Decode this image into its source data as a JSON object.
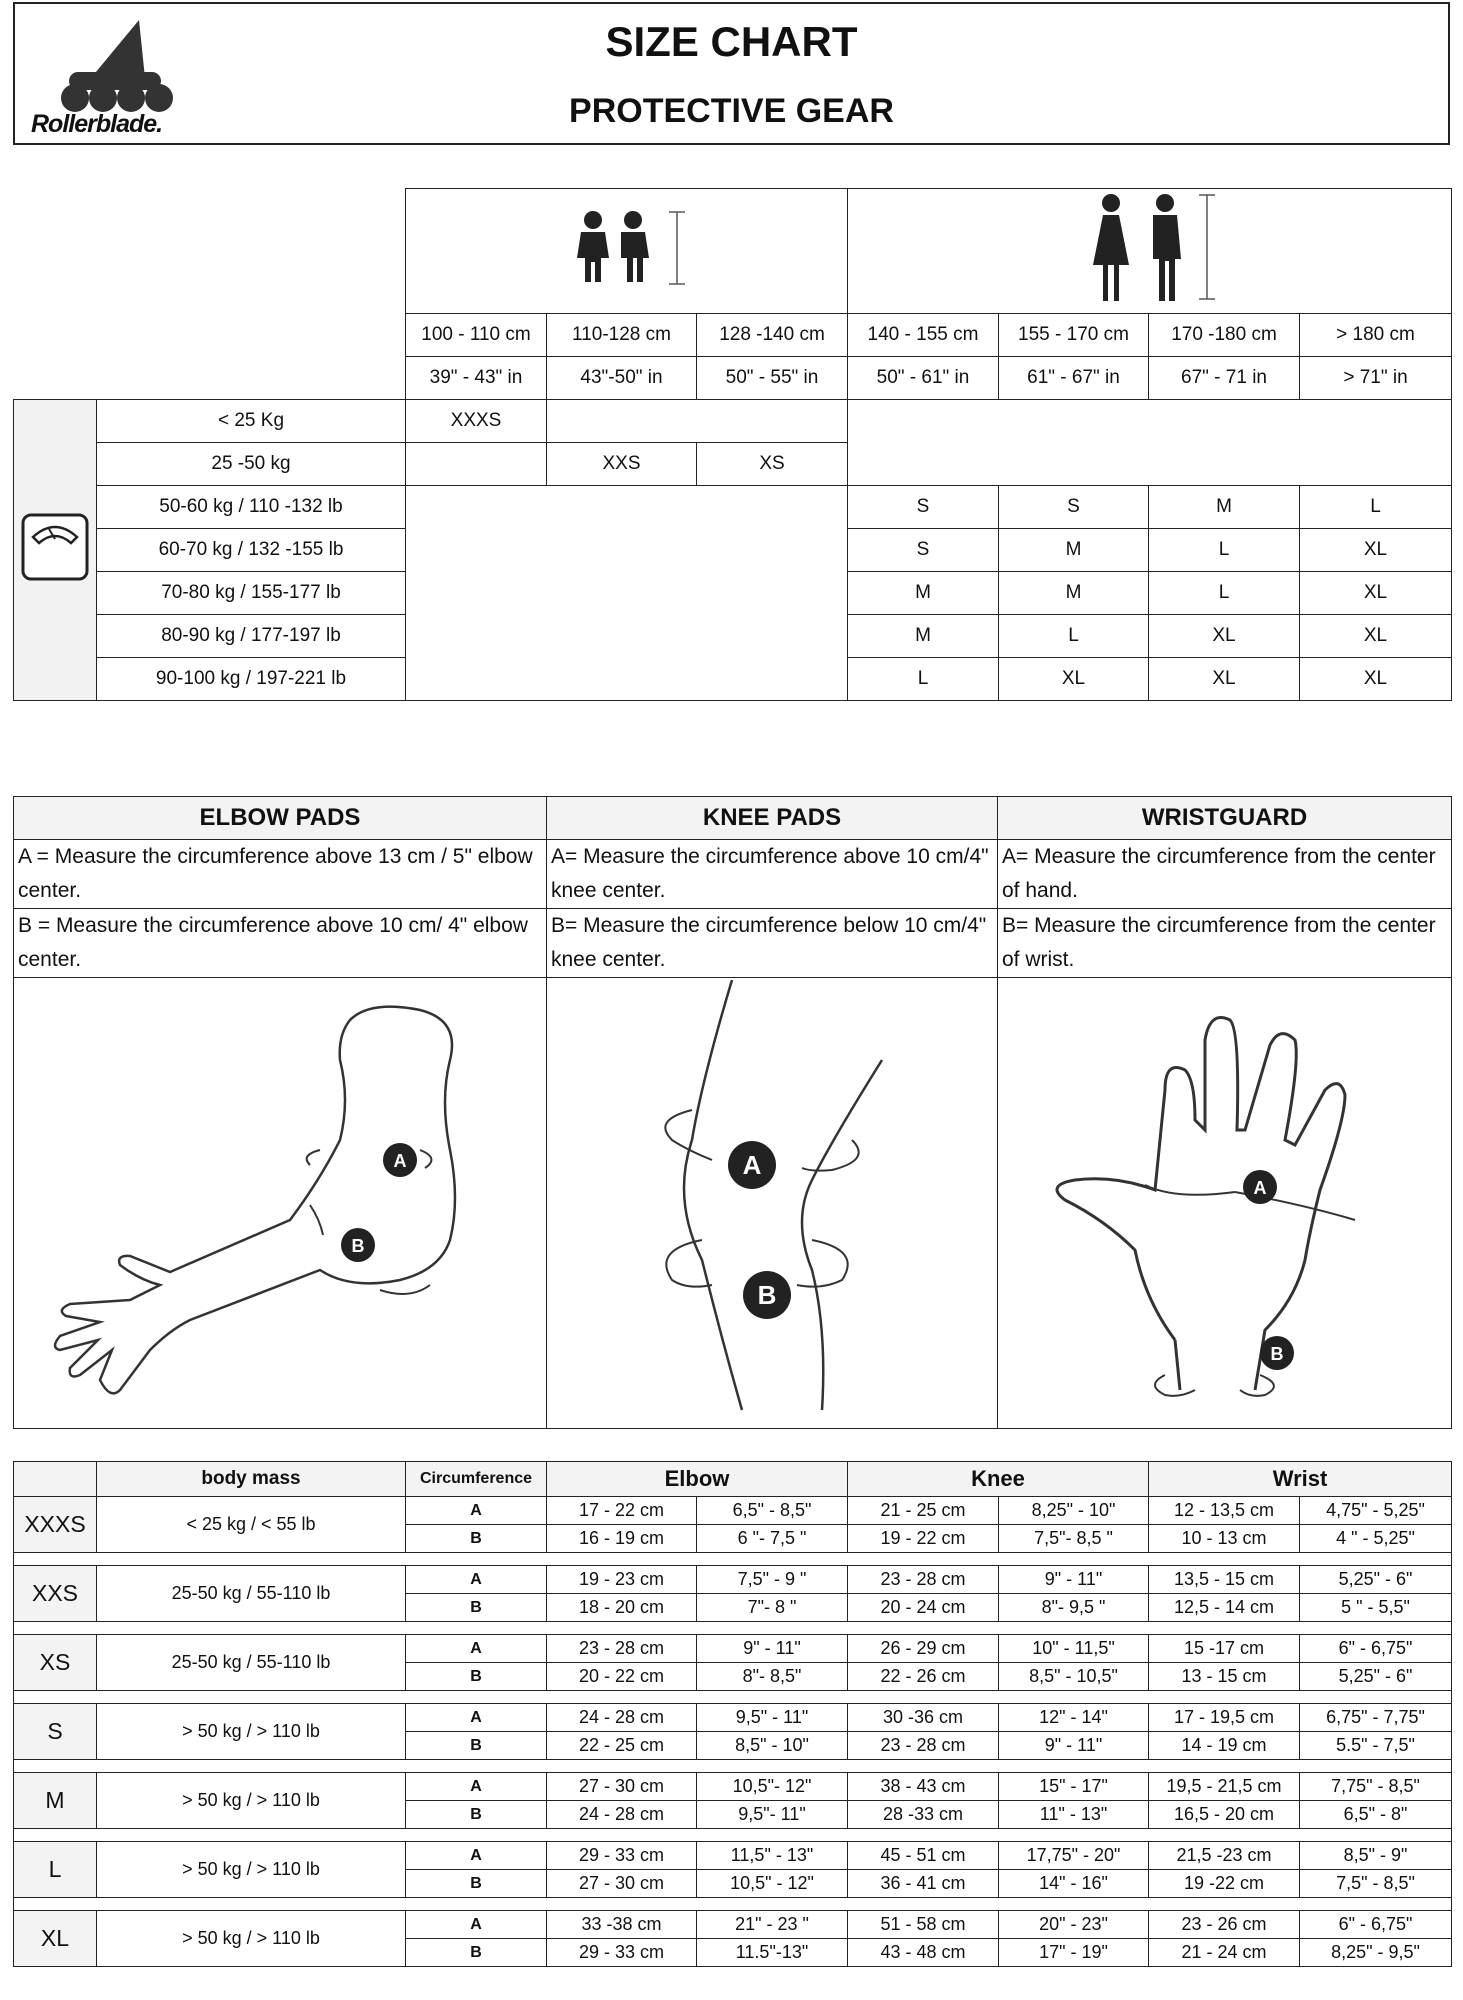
{
  "header": {
    "logo_text": "Rollerblade.",
    "title": "SIZE CHART",
    "subtitle": "PROTECTIVE GEAR"
  },
  "icons": {
    "kids": "kids-height-icon",
    "adults": "adults-height-icon",
    "scale": "weight-scale-icon"
  },
  "heights_cm": [
    "100 - 110 cm",
    "110-128 cm",
    "128 -140 cm",
    "140 - 155 cm",
    "155 - 170 cm",
    "170 -180 cm",
    "> 180 cm"
  ],
  "heights_in": [
    "39\" - 43\"  in",
    "43\"-50\" in",
    "50\" - 55\" in",
    "50\" - 61\" in",
    "61\" - 67\" in",
    "67\" - 71 in",
    "> 71\" in"
  ],
  "weight_rows": [
    {
      "label": "< 25 Kg",
      "kid": [
        "XXXS"
      ]
    },
    {
      "label": "25 -50 kg",
      "kid": [
        "",
        "XXS",
        "XS"
      ]
    },
    {
      "label": "50-60 kg / 110 -132 lb",
      "adult": [
        "S",
        "S",
        "M",
        "L"
      ]
    },
    {
      "label": "60-70 kg / 132 -155 lb",
      "adult": [
        "S",
        "M",
        "L",
        "XL"
      ]
    },
    {
      "label": "70-80 kg / 155-177 lb",
      "adult": [
        "M",
        "M",
        "L",
        "XL"
      ]
    },
    {
      "label": "80-90 kg / 177-197 lb",
      "adult": [
        "M",
        "L",
        "XL",
        "XL"
      ]
    },
    {
      "label": "90-100 kg / 197-221 lb",
      "adult": [
        "L",
        "XL",
        "XL",
        "XL"
      ]
    }
  ],
  "measure": {
    "elbow": {
      "title": "ELBOW PADS",
      "a": "A = Measure the circumference above 13  cm / 5\" elbow center.",
      "b": "B = Measure the circumference above 10 cm/ 4\" elbow center."
    },
    "knee": {
      "title": "KNEE PADS",
      "a": "A= Measure the circumference above 10 cm/4\"  knee center.",
      "b": "B= Measure the circumference below 10 cm/4\"  knee center."
    },
    "wrist": {
      "title": "WRISTGUARD",
      "a": "A=  Measure the circumference from the center of hand.",
      "b": "B= Measure the circumference from the center of wrist."
    },
    "marker_a": "A",
    "marker_b": "B"
  },
  "data_table": {
    "headers": {
      "body_mass": "body mass",
      "circumference": "Circumference",
      "elbow": "Elbow",
      "knee": "Knee",
      "wrist": "Wrist"
    },
    "rows": [
      {
        "size": "XXXS",
        "mass": "< 25 kg  / < 55 lb",
        "a": [
          "A",
          "17 - 22 cm",
          "6,5\" - 8,5\"",
          "21 - 25 cm",
          "8,25\" - 10\"",
          "12 - 13,5 cm",
          "4,75\" - 5,25\""
        ],
        "b": [
          "B",
          "16  - 19 cm",
          "6 \"- 7,5 \"",
          "19 - 22 cm",
          "7,5\"- 8,5 \"",
          "10 - 13 cm",
          "4 \"  - 5,25\""
        ]
      },
      {
        "size": "XXS",
        "mass": "25-50 kg / 55-110 lb",
        "a": [
          "A",
          "19 - 23 cm",
          "7,5\" - 9 \"",
          "23 - 28 cm",
          "9\" - 11\"",
          "13,5 - 15 cm",
          "5,25\" - 6\""
        ],
        "b": [
          "B",
          "18 - 20 cm",
          "7\"- 8 \"",
          "20 - 24 cm",
          "8\"- 9,5 \"",
          "12,5 - 14 cm",
          "5 \"  - 5,5\""
        ]
      },
      {
        "size": "XS",
        "mass": "25-50 kg / 55-110 lb",
        "a": [
          "A",
          "23 - 28 cm",
          "9\" - 11\"",
          "26 - 29 cm",
          "10\" - 11,5\"",
          "15 -17 cm",
          "6\" - 6,75\""
        ],
        "b": [
          "B",
          "20 - 22 cm",
          "8\"- 8,5\"",
          "22 - 26 cm",
          "8,5\" - 10,5\"",
          "13 - 15 cm",
          "5,25\" - 6\""
        ]
      },
      {
        "size": "S",
        "mass": "> 50 kg / > 110 lb",
        "a": [
          "A",
          "24 - 28 cm",
          "9,5\" - 11\"",
          "30 -36 cm",
          "12\" - 14\"",
          "17 - 19,5 cm",
          "6,75\" - 7,75\""
        ],
        "b": [
          "B",
          "22 - 25 cm",
          "8,5\" - 10\"",
          "23 - 28 cm",
          "9\" - 11\"",
          "14  - 19 cm",
          "5.5\" - 7,5\""
        ]
      },
      {
        "size": "M",
        "mass": "> 50 kg / > 110 lb",
        "a": [
          "A",
          "27 - 30 cm",
          "10,5\"- 12\"",
          "38 - 43 cm",
          "15\" - 17\"",
          "19,5 - 21,5 cm",
          "7,75\" - 8,5\""
        ],
        "b": [
          "B",
          "24  - 28 cm",
          "9,5\"- 11\"",
          "28 -33 cm",
          "11\" - 13\"",
          "16,5 - 20 cm",
          "6,5\" - 8\""
        ]
      },
      {
        "size": "L",
        "mass": "> 50 kg / > 110 lb",
        "a": [
          "A",
          "29 - 33 cm",
          "11,5\" - 13\"",
          "45 - 51 cm",
          "17,75\" - 20\"",
          "21,5 -23 cm",
          "8,5\" - 9\""
        ],
        "b": [
          "B",
          "27 - 30 cm",
          "10,5\" - 12\"",
          "36 - 41 cm",
          "14\" - 16\"",
          "19 -22 cm",
          "7,5\" -  8,5\""
        ]
      },
      {
        "size": "XL",
        "mass": "> 50 kg / > 110 lb",
        "a": [
          "A",
          "33 -38 cm",
          "21\" - 23 \"",
          "51 - 58 cm",
          "20\" - 23\"",
          "23 - 26 cm",
          "6\" - 6,75\""
        ],
        "b": [
          "B",
          "29 - 33 cm",
          "11.5\"-13\"",
          "43 - 48 cm",
          "17\" - 19\"",
          "21 - 24 cm",
          "8,25\" - 9,5\""
        ]
      }
    ]
  }
}
